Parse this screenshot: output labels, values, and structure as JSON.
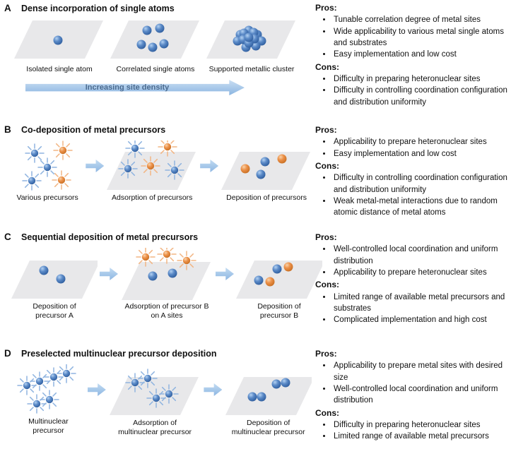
{
  "colors": {
    "metal_a_blue": "#3f6fb4",
    "metal_b_orange": "#e2833f",
    "substrate_gray": "#e8e8ea",
    "arrow_blue": "#9cc3e5"
  },
  "panels": [
    {
      "id": "A",
      "title": "Dense incorporation of single atoms",
      "stage_labels": [
        "Isolated single atom",
        "Correlated single atoms",
        "Supported metallic cluster"
      ],
      "arrow_label": "Increasing site density",
      "pros_heading": "Pros:",
      "cons_heading": "Cons:",
      "pros": [
        "Tunable correlation degree of metal sites",
        "Wide applicability to various metal single atoms and substrates",
        "Easy implementation and low cost"
      ],
      "cons": [
        "Difficulty in preparing heteronuclear sites",
        "Difficulty in controlling coordination configuration and distribution uniformity"
      ]
    },
    {
      "id": "B",
      "title": "Co-deposition of metal precursors",
      "stage_labels": [
        "Various precursors",
        "Adsorption of precursors",
        "Deposition of precursors"
      ],
      "pros_heading": "Pros:",
      "cons_heading": "Cons:",
      "pros": [
        "Applicability to prepare heteronuclear sites",
        "Easy implementation and low cost"
      ],
      "cons": [
        "Difficulty in controlling coordination configuration and distribution uniformity",
        "Weak metal-metal interactions due to random atomic distance of metal atoms"
      ]
    },
    {
      "id": "C",
      "title": "Sequential deposition of metal precursors",
      "stage_labels": [
        "Deposition of precursor A",
        "Adsorption of precursor B on A sites",
        "Deposition of precursor B"
      ],
      "pros_heading": "Pros:",
      "cons_heading": "Cons:",
      "pros": [
        "Well-controlled local coordination and uniform distribution",
        "Applicability to prepare heteronuclear sites"
      ],
      "cons": [
        "Limited range of available metal precursors and substrates",
        "Complicated implementation and high cost"
      ]
    },
    {
      "id": "D",
      "title": "Preselected multinuclear precursor deposition",
      "stage_labels": [
        "Multinuclear precursor",
        "Adsorption of multinuclear precursor",
        "Deposition of multinuclear precursor"
      ],
      "pros_heading": "Pros:",
      "cons_heading": "Cons:",
      "pros": [
        "Applicability to prepare metal sites with desired size",
        "Well-controlled local coordination and uniform distribution"
      ],
      "cons": [
        "Difficulty in preparing heteronuclear sites",
        "Limited range of available metal precursors"
      ]
    }
  ]
}
